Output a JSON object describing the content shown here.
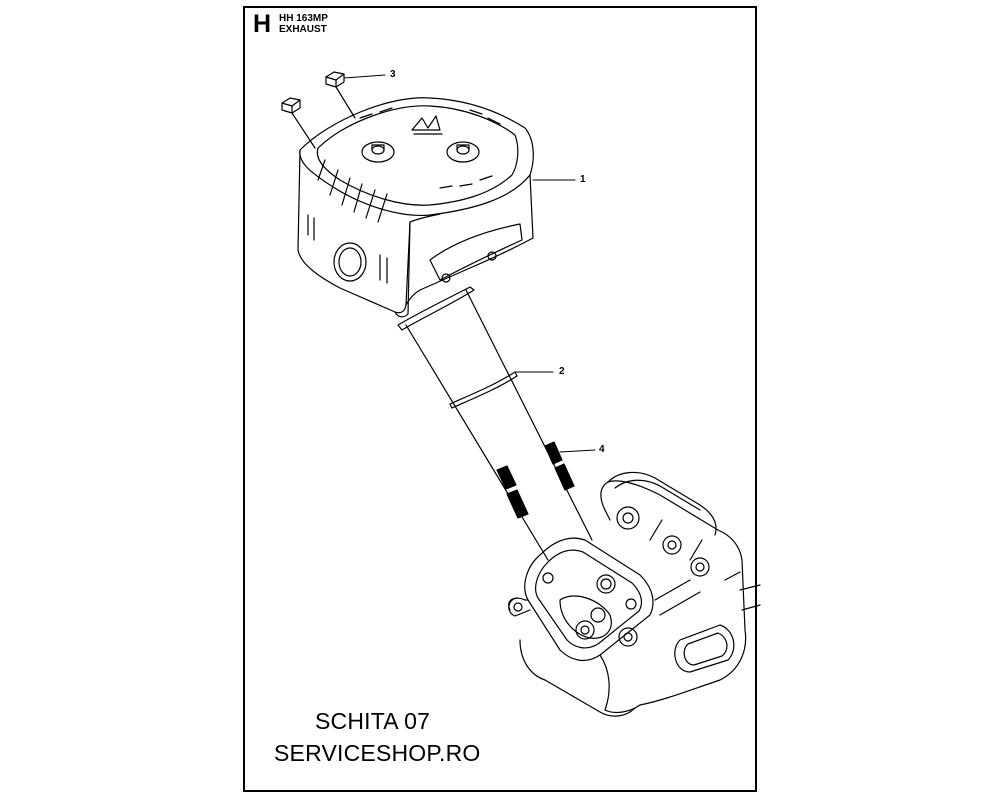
{
  "header": {
    "section_letter": "H",
    "model": "HH 163MP",
    "subtitle": "EXHAUST"
  },
  "callouts": [
    {
      "number": "1",
      "part": "muffler"
    },
    {
      "number": "2",
      "part": "gasket"
    },
    {
      "number": "3",
      "part": "nut"
    },
    {
      "number": "4",
      "part": "stud"
    }
  ],
  "caption": {
    "line1": "SCHITA 07",
    "line2": "SERVICESHOP.RO"
  },
  "colors": {
    "line": "#000000",
    "background": "#ffffff"
  }
}
